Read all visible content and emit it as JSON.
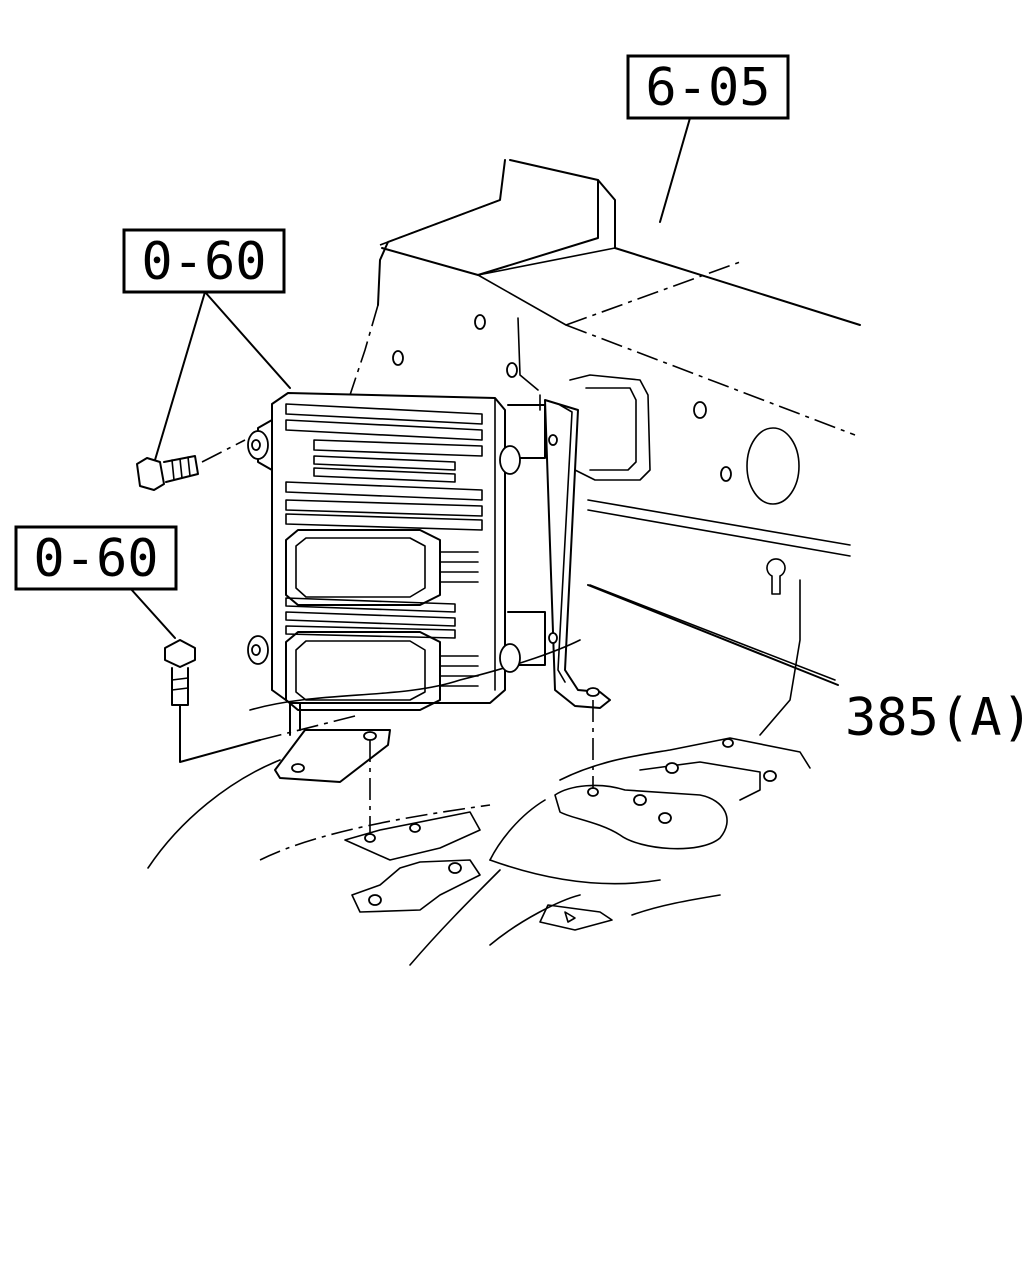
{
  "diagram": {
    "callouts": [
      {
        "id": "ref-6-05",
        "text": "6-05"
      },
      {
        "id": "ref-0-60-upper",
        "text": "0-60"
      },
      {
        "id": "ref-0-60-lower",
        "text": "0-60"
      },
      {
        "id": "ref-385a",
        "text": "385(A)"
      }
    ]
  }
}
